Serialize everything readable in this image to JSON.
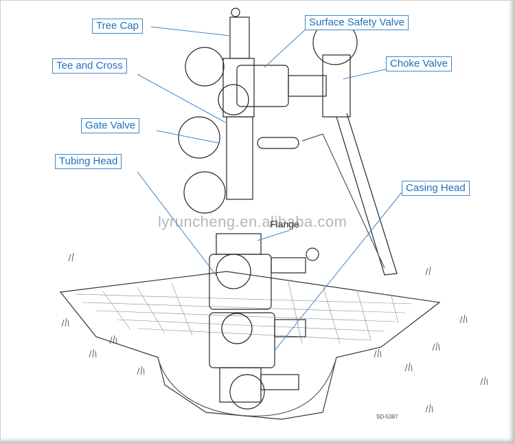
{
  "labels": {
    "tree_cap": "Tree Cap",
    "surface_safety_valve": "Surface Safety Valve",
    "tee_and_cross": "Tee and Cross",
    "choke_valve": "Choke Valve",
    "gate_valve": "Gate Valve",
    "tubing_head": "Tubing Head",
    "casing_head": "Casing Head",
    "flange": "Flange"
  },
  "watermark": "lyruncheng.en.alibaba.com",
  "drawing_code": "SD-5387",
  "colors": {
    "callout_text": "#1f6fb8",
    "callout_border": "#3c86c9",
    "line_art": "#222222"
  }
}
